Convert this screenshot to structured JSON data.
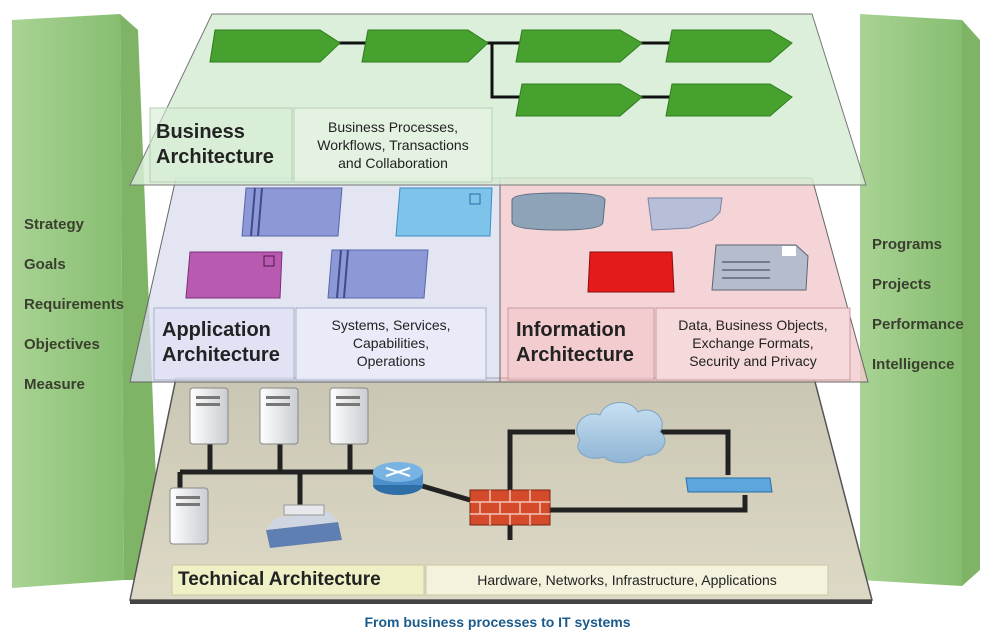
{
  "left_pillar": {
    "items": [
      "Strategy",
      "Goals",
      "Requirements",
      "Objectives",
      "Measure"
    ]
  },
  "right_pillar": {
    "items": [
      "Programs",
      "Projects",
      "Performance",
      "Intelligence"
    ]
  },
  "layers": {
    "business": {
      "title_line1": "Business",
      "title_line2": "Architecture",
      "desc_line1": "Business Processes,",
      "desc_line2": "Workflows, Transactions",
      "desc_line3": "and Collaboration"
    },
    "application": {
      "title_line1": "Application",
      "title_line2": "Architecture",
      "desc_line1": "Systems, Services,",
      "desc_line2": "Capabilities,",
      "desc_line3": "Operations"
    },
    "information": {
      "title_line1": "Information",
      "title_line2": "Architecture",
      "desc_line1": "Data, Business Objects,",
      "desc_line2": "Exchange Formats,",
      "desc_line3": "Security and Privacy"
    },
    "technical": {
      "title": "Technical Architecture",
      "desc": "Hardware, Networks, Infrastructure, Applications"
    }
  },
  "caption": "From business processes to IT systems",
  "colors": {
    "pillar": "#9cc987",
    "arrow": "#47a12e",
    "business_layer": "#d6ecd3",
    "application_layer": "#d9dcef",
    "information_layer": "#f1c9cc",
    "technical_layer": "#d7d3bd",
    "caption": "#1b5b8c"
  }
}
